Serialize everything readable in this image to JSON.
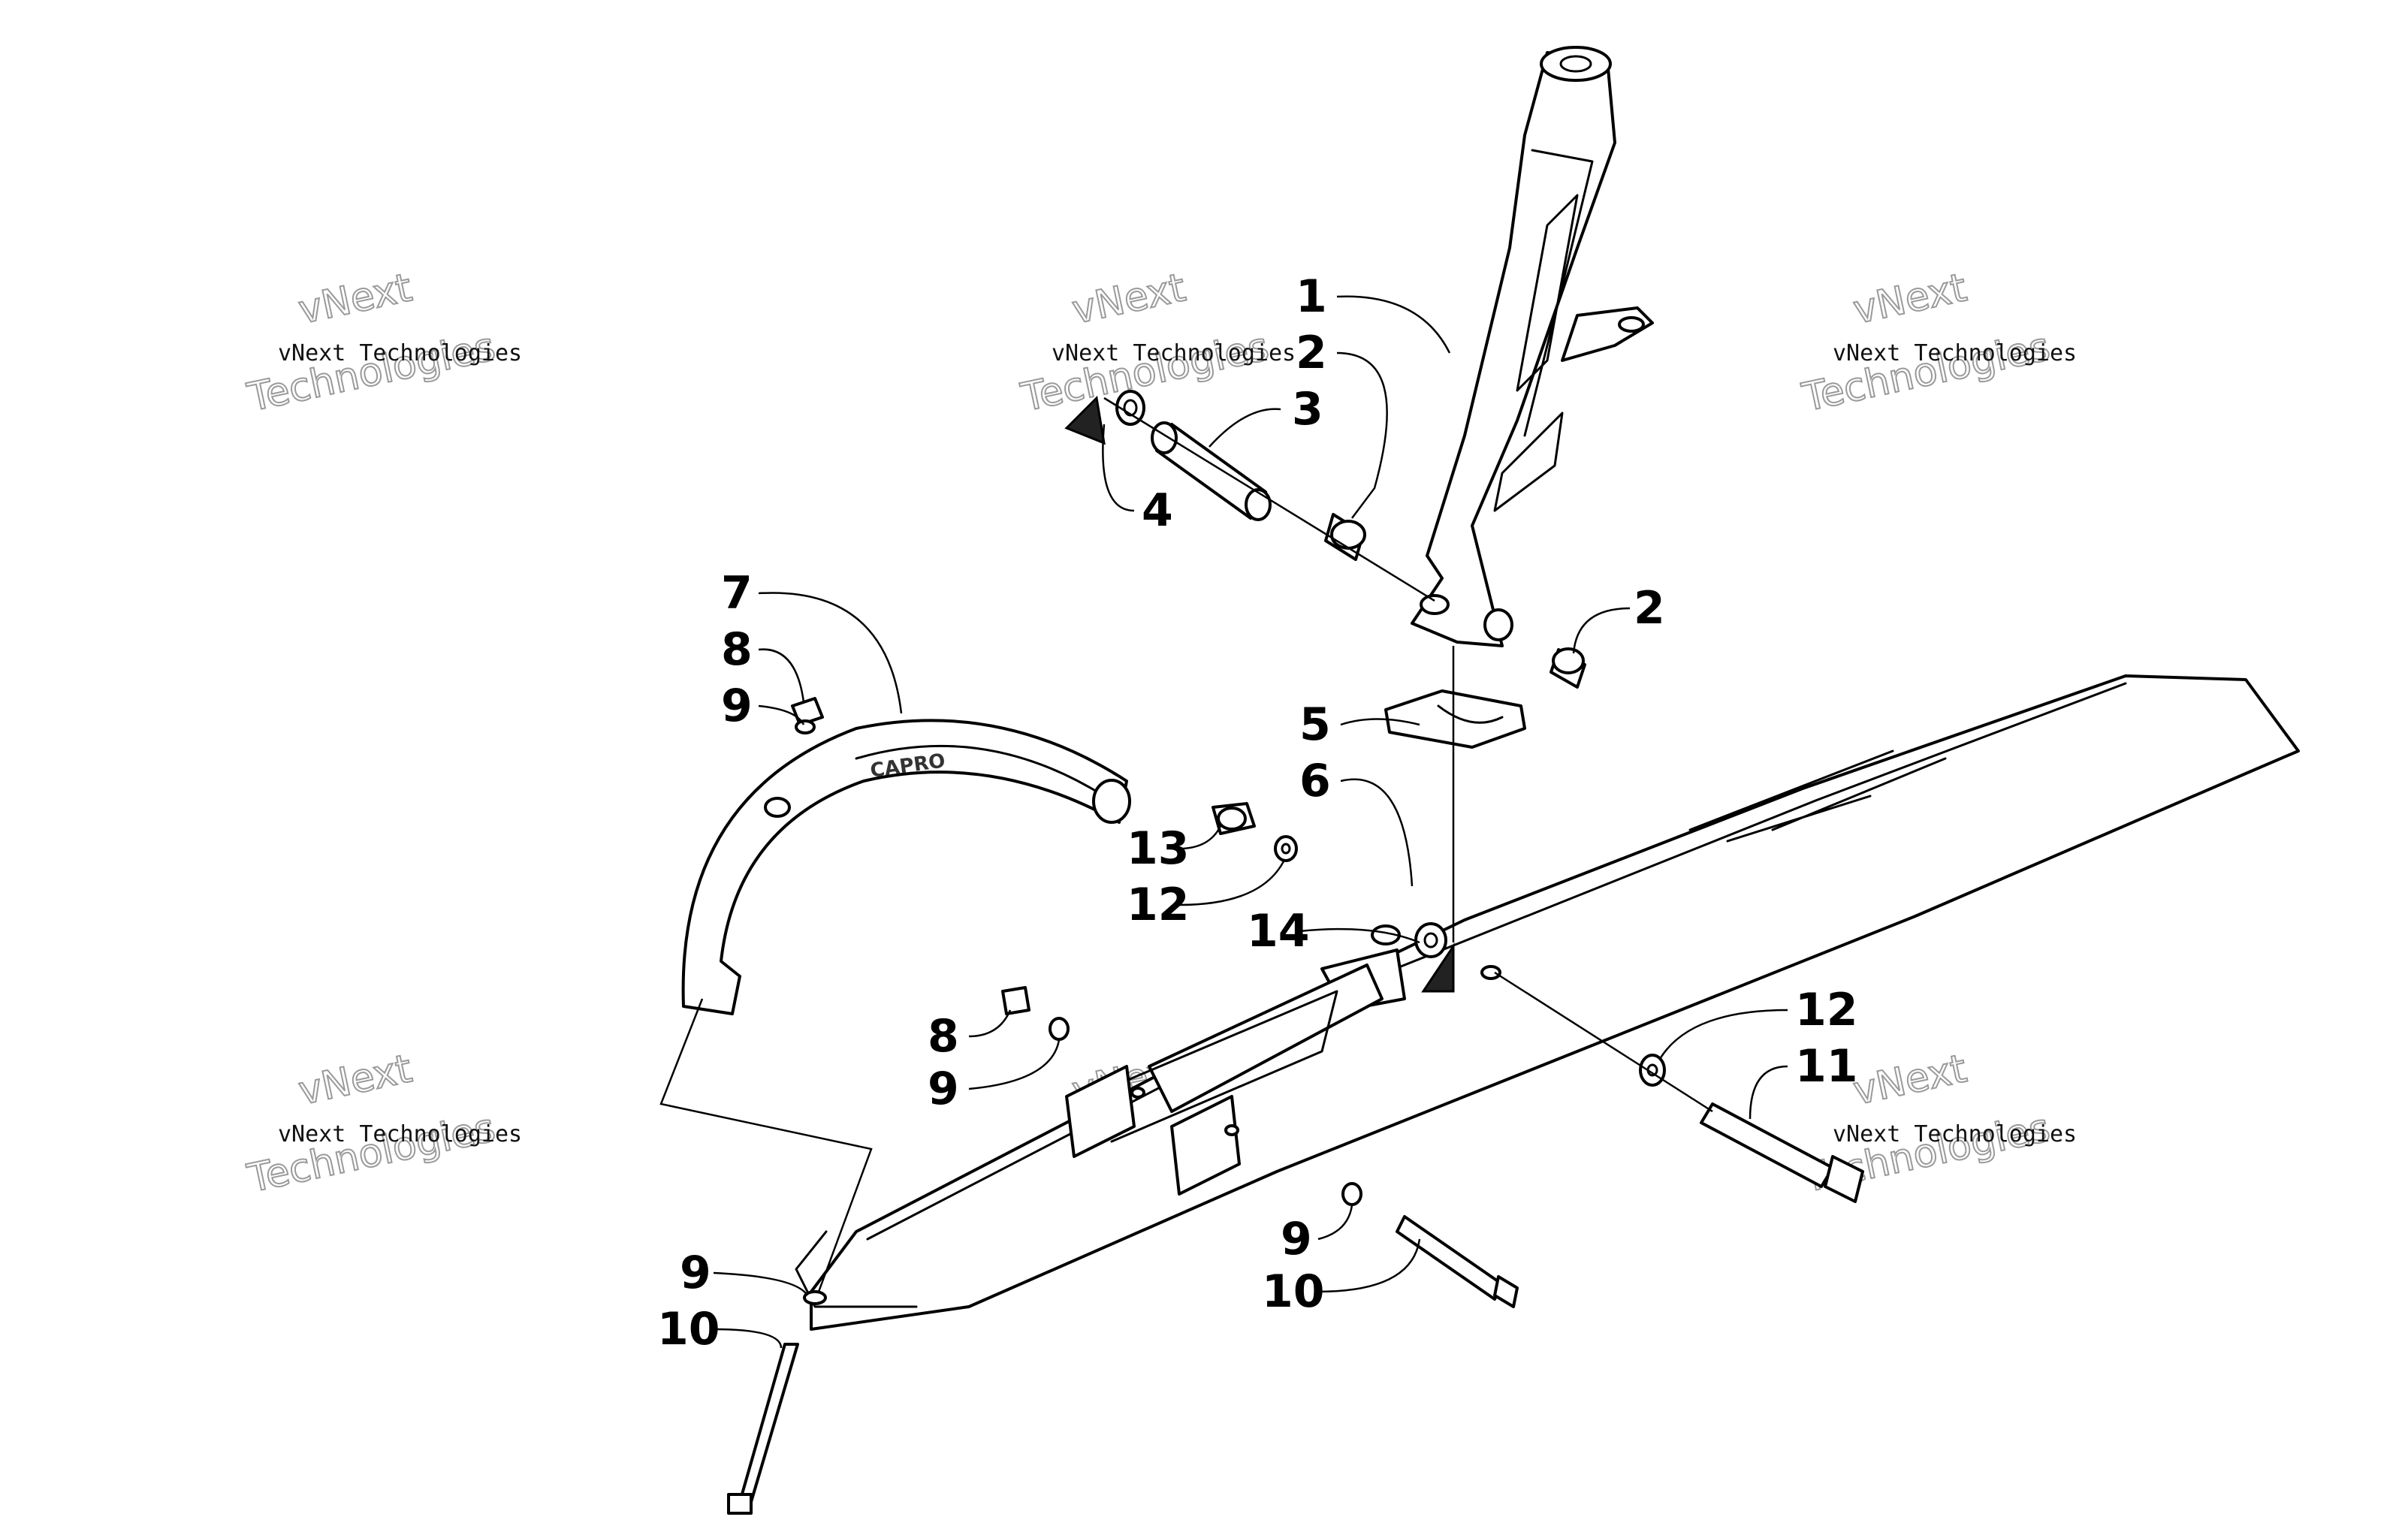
{
  "diagram": {
    "callouts": [
      {
        "id": "c1",
        "label": "1"
      },
      {
        "id": "c2a",
        "label": "2"
      },
      {
        "id": "c2b",
        "label": "2"
      },
      {
        "id": "c3",
        "label": "3"
      },
      {
        "id": "c4",
        "label": "4"
      },
      {
        "id": "c5",
        "label": "5"
      },
      {
        "id": "c6",
        "label": "6"
      },
      {
        "id": "c7",
        "label": "7"
      },
      {
        "id": "c8a",
        "label": "8"
      },
      {
        "id": "c8b",
        "label": "8"
      },
      {
        "id": "c9a",
        "label": "9"
      },
      {
        "id": "c9b",
        "label": "9"
      },
      {
        "id": "c9c",
        "label": "9"
      },
      {
        "id": "c9d",
        "label": "9"
      },
      {
        "id": "c10a",
        "label": "10"
      },
      {
        "id": "c10b",
        "label": "10"
      },
      {
        "id": "c11",
        "label": "11"
      },
      {
        "id": "c12a",
        "label": "12"
      },
      {
        "id": "c12b",
        "label": "12"
      },
      {
        "id": "c13",
        "label": "13"
      },
      {
        "id": "c14",
        "label": "14"
      }
    ],
    "ski_logo": "CAPRO",
    "watermark": {
      "line": "vNext Technologies",
      "big_top": "vNext",
      "big_bottom": "Technologies"
    }
  }
}
